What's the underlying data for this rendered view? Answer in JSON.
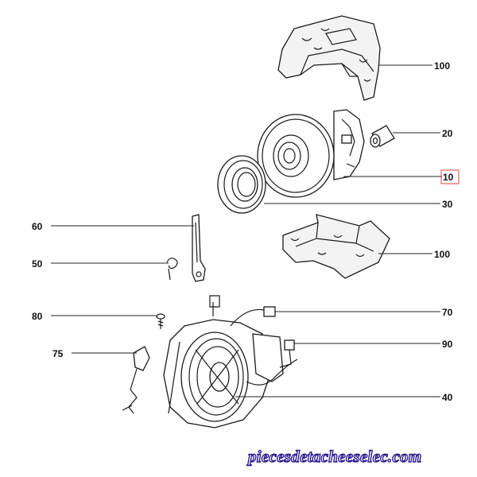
{
  "callouts": {
    "c100a": "100",
    "c20": "20",
    "c10": "10",
    "c30": "30",
    "c100b": "100",
    "c60": "60",
    "c50": "50",
    "c70": "70",
    "c80": "80",
    "c90": "90",
    "c75": "75",
    "c40": "40"
  },
  "watermark": "piecesdetacheeselec.com",
  "colors": {
    "ink": "#1a1a1a",
    "watermark_outline": "#2b1e8f",
    "highlight_box": "#e04040"
  }
}
